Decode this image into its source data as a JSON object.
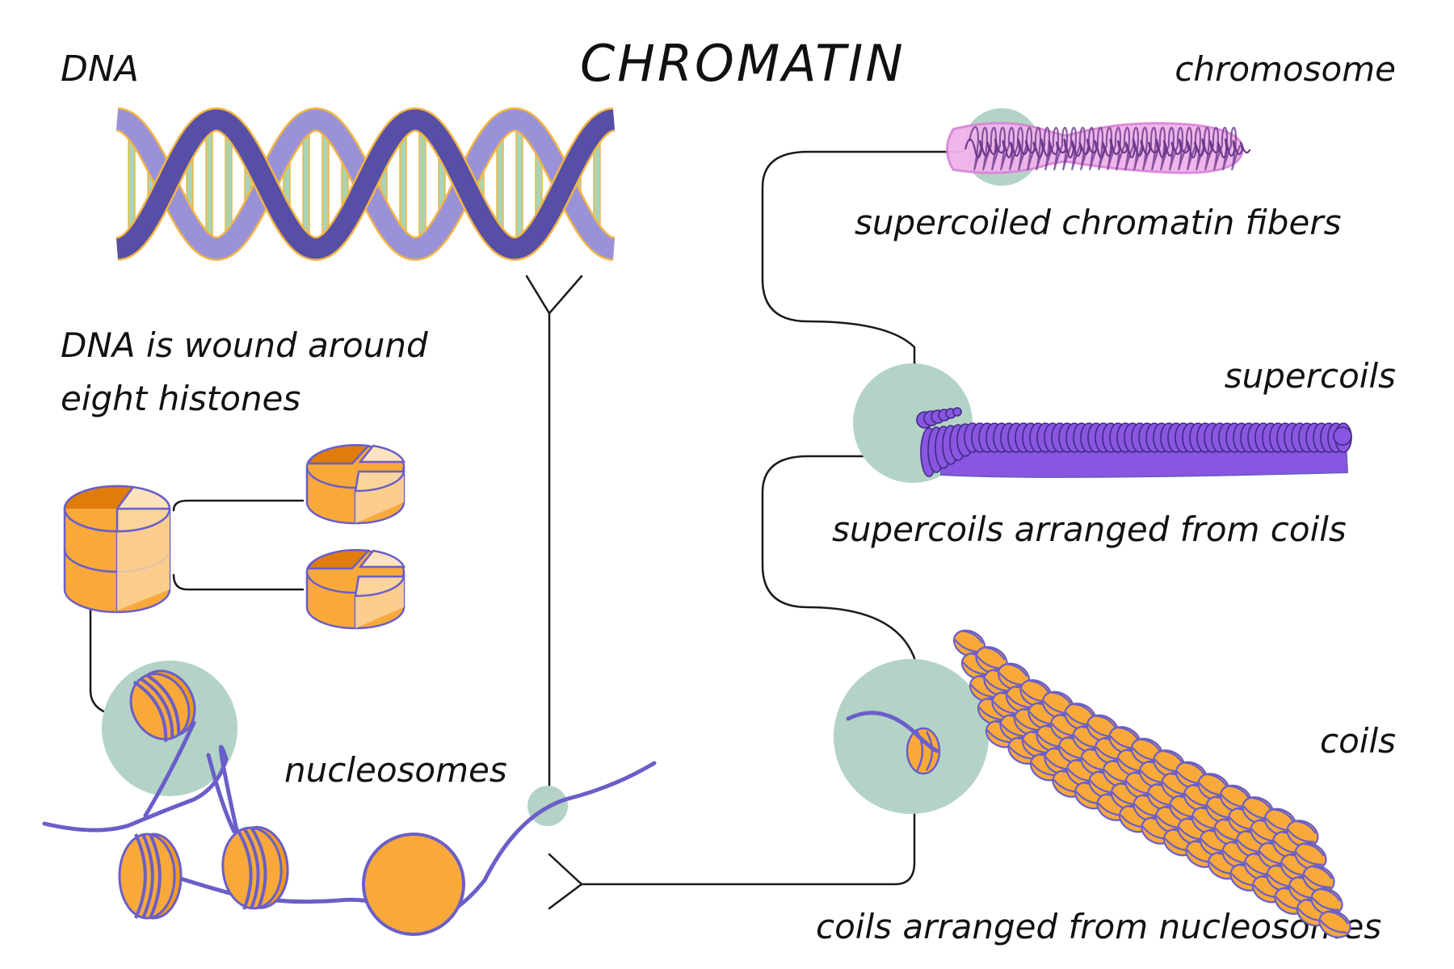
{
  "title": "CHROMATIN",
  "labels": {
    "dna": "DNA",
    "wound_line1": "DNA is wound around",
    "wound_line2": "eight histones",
    "nucleosomes": "nucleosomes",
    "chromosome": "chromosome",
    "supercoiled": "supercoiled chromatin fibers",
    "supercoils": "supercoils",
    "supercoils_from_coils": "supercoils arranged from coils",
    "coils": "coils",
    "coils_from_nucleosomes": "coils arranged from nucleosomes"
  },
  "colors": {
    "helix_dark": "#574ea6",
    "helix_light": "#9a92d8",
    "helix_outline": "#f2b544",
    "base_pair": "#a9d4b4",
    "histone_dark": "#e07c0a",
    "histone_mid": "#f8a93a",
    "histone_light": "#fbd49c",
    "histone_pale": "#fde3bd",
    "strand": "#6a5ec8",
    "highlight": "#b3d3c6",
    "chromosome_glow": "#f0b3ea",
    "chromosome_line": "#6c3a8c",
    "supercoil": "#8a55e0"
  }
}
